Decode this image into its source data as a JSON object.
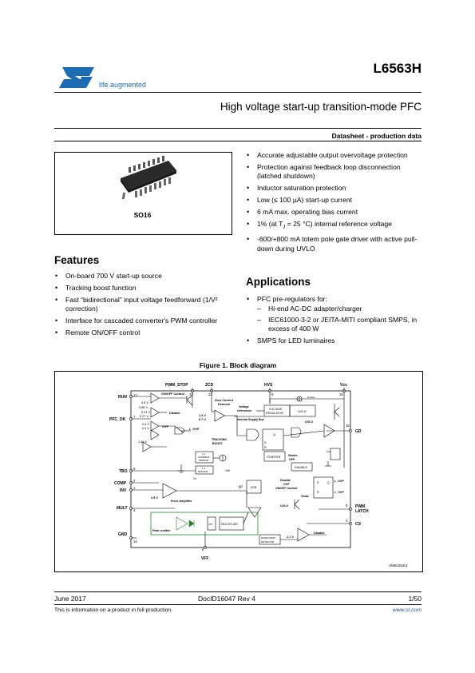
{
  "header": {
    "logo_tagline": "life.augmented",
    "part_number": "L6563H",
    "subtitle": "High voltage start-up transition-mode PFC",
    "datasheet_type": "Datasheet - production data"
  },
  "package": {
    "label": "SO16"
  },
  "features": {
    "heading": "Features",
    "items": [
      "On-board 700 V start-up source",
      "Tracking boost function",
      "Fast “bidirectional” input voltage feedforward (1/V² correction)",
      "Interface for cascaded converter's PWM controller",
      "Remote ON/OFF control"
    ]
  },
  "right_features": {
    "items": [
      "Accurate adjustable output overvoltage protection",
      "Protection against feedback loop disconnection (latched shutdown)",
      "Inductor saturation protection",
      "Low (≤ 100 µA) start-up current",
      "6 mA max. operating bias current",
      "1% (at T",
      "J",
      " = 25 °C) internal reference voltage",
      "-600/+800 mA totem pole gate driver with active pull-down during UVLO"
    ]
  },
  "applications": {
    "heading": "Applications",
    "pfc_intro": "PFC pre-regulators for:",
    "pfc_sub": [
      "Hi-end AC-DC adapter/charger",
      "IEC61000-3-2 or JEITA-MITI compliant SMPS, in excess of 400 W"
    ],
    "led": "SMPS for LED luminaires"
  },
  "figure": {
    "caption": "Figure 1. Block diagram",
    "ref": "AM02253v1",
    "pins": {
      "pwm_stop": "PWM_STOP",
      "zcd": "ZCD",
      "hvs": "HVS",
      "vcc": "Vcc",
      "run": "RUN",
      "pfc_ok": "PFC_OK",
      "tbo": "TBO",
      "comp": "COMP",
      "inv": "INV",
      "mult": "MULT",
      "gnd": "GND",
      "vff": "VFF",
      "gd": "GD",
      "pwm_latch_1": "PWM_",
      "pwm_latch_2": "LATCH",
      "cs": "CS"
    },
    "pin_numbers": {
      "pwm_stop": "11",
      "zcd": "13",
      "hvs": "9",
      "vcc": "16",
      "run": "12",
      "pfc_ok": "7",
      "tbo": "6",
      "comp": "2",
      "inv": "1",
      "mult": "3",
      "gnd": "14",
      "vff": "5",
      "gd": "15",
      "pwm_latch": "8",
      "cs": "4"
    },
    "blocks": {
      "onoff": "ON/OFF Control",
      "zero_current_1": "Zero Current",
      "zero_current_2": "Detector",
      "vreg_1": "VOLTAGE",
      "vreg_2": "REGULATOR",
      "uvlo": "UVLO",
      "starter": "STARTER",
      "disable_box": "DISABLE",
      "current_mirror_1": "1:1",
      "current_mirror_2": "CURRENT",
      "current_mirror_3": "MIRROR",
      "buffer_1": "1:1",
      "buffer_2": "BUFFER",
      "leb": "LEB",
      "multiplier": "MULTIPLIER",
      "onev": "1/V",
      "ramp": "RAMP DROP",
      "ramp2": "DETECTOR"
    },
    "labels": {
      "v08": "0.8 V",
      "v088": "0.88 V",
      "v023": "0.23 V",
      "v027": "0.27 V",
      "disable": "Disable",
      "v25a": "2.5 V",
      "v24": "2.4 V",
      "ovp": "OVP",
      "l_ovp": "L_OVP",
      "v166": "1.66 V",
      "v14": "1.4 V",
      "v07": "0.7 V",
      "vrefs_1": "Voltage",
      "vrefs_2": "references",
      "internal_supply": "Internal Supply Bus",
      "tracking_1": "TRACKING",
      "tracking_2": "BOOST",
      "vref": "Vref",
      "v2": "2V",
      "v25b": "2.5 V",
      "error_amp": "Error Amplifier",
      "hvstart": "Hvstart",
      "starter_off_1": "Starter",
      "starter_off_2": "OFF",
      "q7": "Q7",
      "disable2": "Disable",
      "ovp2": "OVP",
      "onoff_ctrl": "ON/OFF Control",
      "vbias": "Vbias",
      "l_ovp2": "L_OVP",
      "l_ovp3": "L_OVP",
      "q": "Q",
      "r": "R",
      "s": "S",
      "peak_rect": "Peak rectifier",
      "v17": "1.7 V",
      "disable3": "Disable",
      "uvlo_label": "UVLO"
    }
  },
  "footer": {
    "date": "June 2017",
    "doc_id": "DocID16047 Rev 4",
    "page": "1/50",
    "note": "This is information on a product in full production.",
    "url": "www.st.com"
  },
  "colors": {
    "st_blue": "#1c6cb3",
    "url_blue": "#1f4ea8",
    "green": "#2e7d32"
  }
}
